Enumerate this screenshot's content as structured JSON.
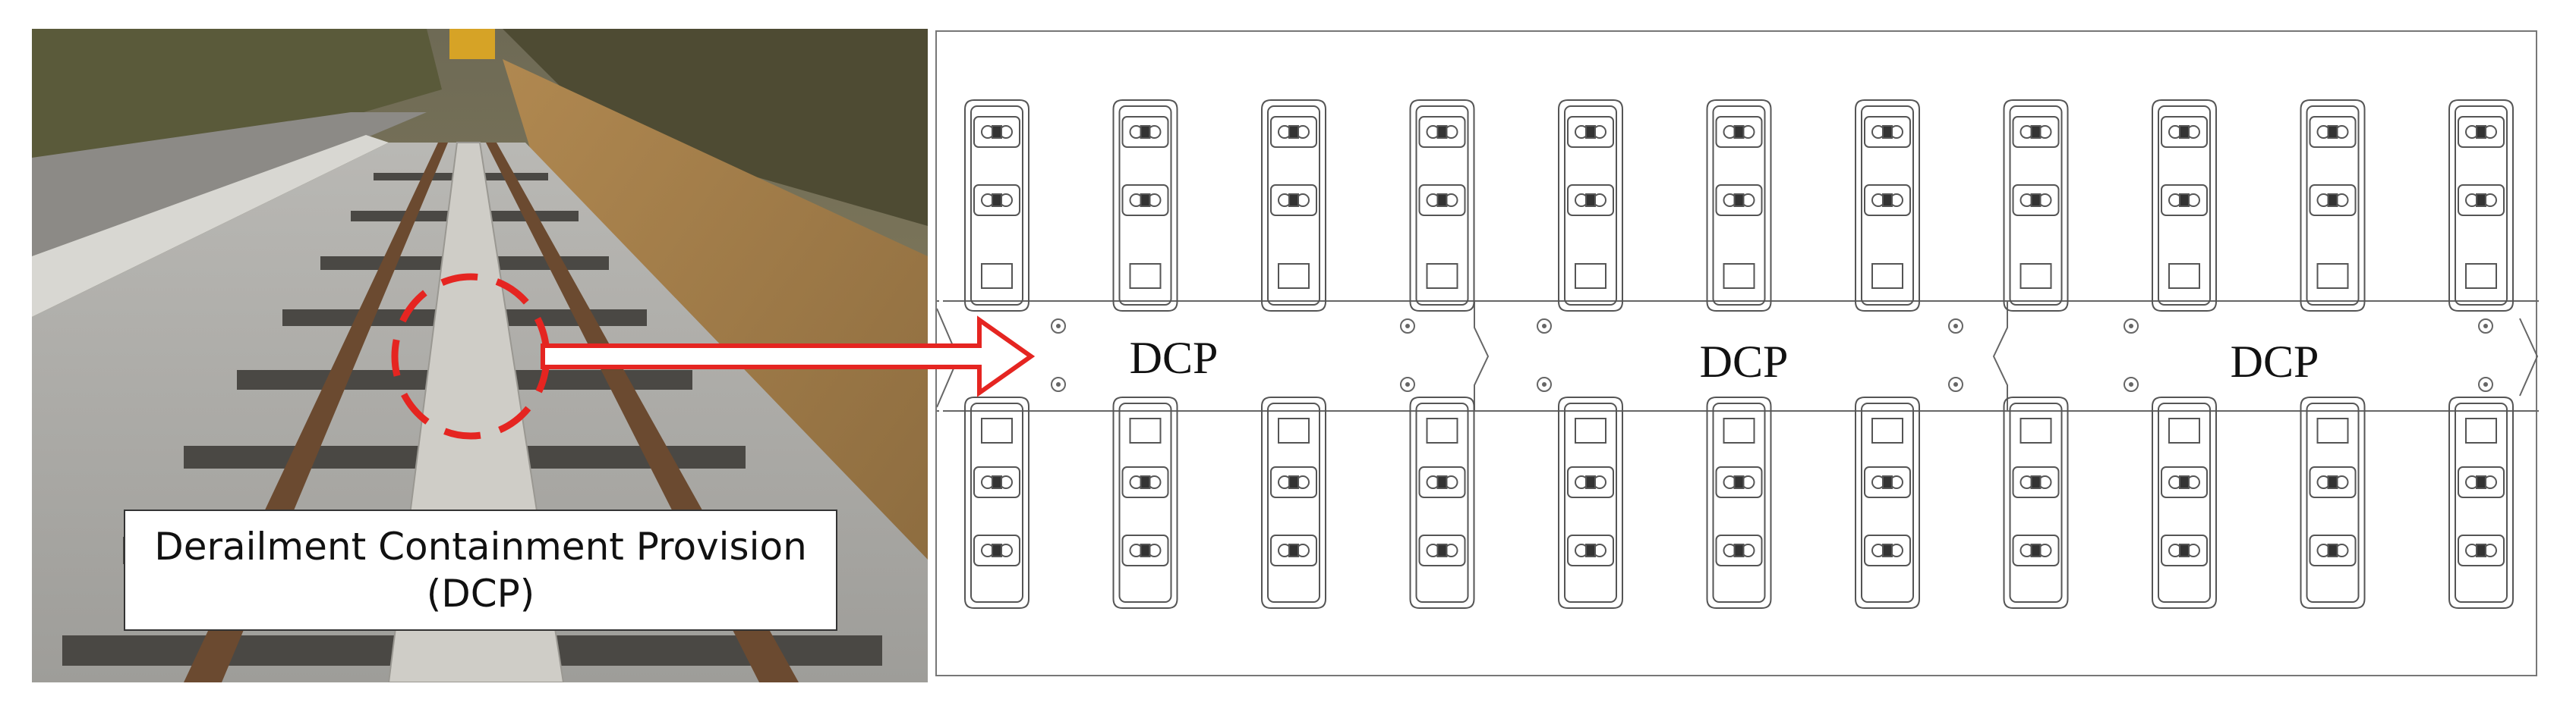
{
  "photo": {
    "caption_line1": "Derailment Containment Provision",
    "caption_line2": "(DCP)"
  },
  "drawing": {
    "segment_labels": [
      "DCP",
      "DCP",
      "DCP"
    ],
    "fastener_columns": 11
  },
  "colors": {
    "highlight": "#e52521",
    "line": "#555555"
  }
}
